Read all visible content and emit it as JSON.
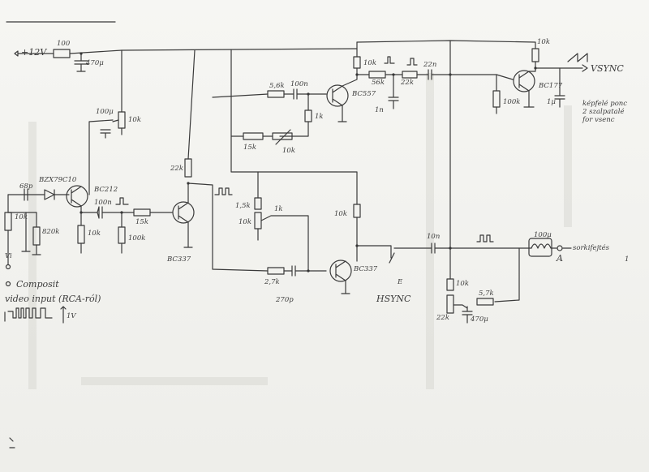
{
  "diagram": {
    "title": "Szinkronové fakat",
    "labels": {
      "supply": "+12V",
      "r_supply": "100",
      "c_supply": "470μ",
      "c_pot": "100μ",
      "pot_bias": "10k",
      "diode": "BZX79C10",
      "q1": "BC212",
      "c_in": "68p",
      "r_in1": "10k",
      "r_in2": "820k",
      "vi": "Vi",
      "c_couple": "100n",
      "r_div": "10k",
      "r_15k": "15k",
      "r_100k": "100k",
      "q2": "BC337",
      "r_22k": "22k",
      "r_5k6": "5,6k",
      "c_100n2": "100n",
      "q3": "BC557",
      "r_10k_top": "10k",
      "r_56k": "56k",
      "r_1k": "1k",
      "r_15k2": "15k",
      "pot_10k2": "10k",
      "r_22k2": "22k",
      "c_22n": "22n",
      "c_1n": "1n",
      "r_10k_q5": "10k",
      "r_100k2": "100k",
      "c_1u": "1μ",
      "q5": "BC177",
      "vsync": "VSYNC",
      "vsync_note": "képfelé ponc\n2 szalpatalé\nfor vsenc",
      "r_1k5": "1,5k",
      "pot_1k": "1k",
      "pot_10k3": "10k",
      "r_10k_mid": "10k",
      "r_2k7": "2,7k",
      "c_270p": "270p",
      "q4": "BC337",
      "hsync": "HSYNC",
      "hsync_node": "E",
      "c_10n": "10n",
      "r_10k_out": "10k",
      "pot_out": "22k",
      "c_470u": "470μ",
      "r_5k7": "5,7k",
      "l_out": "100μ",
      "out_node": "A",
      "out_text": "sorkifejtés",
      "out_text2": "1",
      "in_label": "Composit",
      "in_label2": "video input (RCA-ról)",
      "in_scale": "1V"
    }
  }
}
